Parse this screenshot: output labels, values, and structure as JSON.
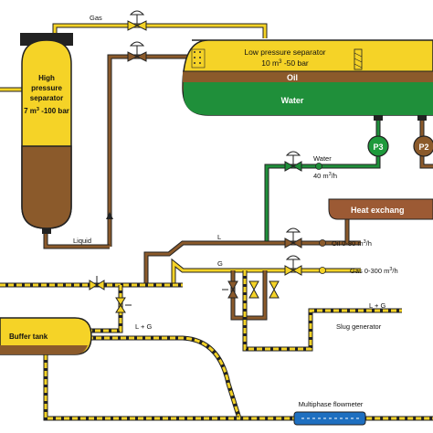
{
  "labels": {
    "gas_top": "Gas",
    "hp_separator_line1": "High",
    "hp_separator_line2": "pressure",
    "hp_separator_line3": "separator",
    "hp_separator_spec": "7 m",
    "hp_separator_spec_sup": "3",
    "hp_separator_spec_tail": " -100 bar",
    "lp_separator_name": "Low pressure separator",
    "lp_separator_spec": "10 m",
    "lp_separator_spec_sup": "3",
    "lp_separator_spec_tail": " -50 bar",
    "oil_layer": "Oil",
    "water_layer": "Water",
    "pump_p3": "P3",
    "pump_p2": "P2",
    "water_line": "Water",
    "water_flow": "40 m",
    "water_flow_sup": "3",
    "water_flow_tail": "/h",
    "heat_exchanger": "Heat exchang",
    "liquid_line": "Liquid",
    "line_l": "L",
    "line_g": "G",
    "oil_flow": "Oil 0-80 m",
    "oil_flow_sup": "3",
    "oil_flow_tail": "/h",
    "gas_flow": "Gas 0-300 m",
    "gas_flow_sup": "3",
    "gas_flow_tail": "/h",
    "l_plus_g_right": "L + G",
    "l_plus_g_left": "L + G",
    "slug_generator": "Slug generator",
    "buffer_tank": "Buffer tank",
    "multiphase_flowmeter": "Multiphase flowmeter"
  },
  "colors": {
    "gas_yellow": "#f5d327",
    "oil_brown": "#8b5a2b",
    "water_green": "#1f8f3a",
    "pump_green": "#1e9a3c",
    "pipe_outline": "#222222",
    "heat_exchanger": "#9c5a34"
  },
  "icons": [
    "valve-icon",
    "pump-icon",
    "mesh-pad-icon",
    "flowmeter-icon",
    "arrow-icon"
  ]
}
